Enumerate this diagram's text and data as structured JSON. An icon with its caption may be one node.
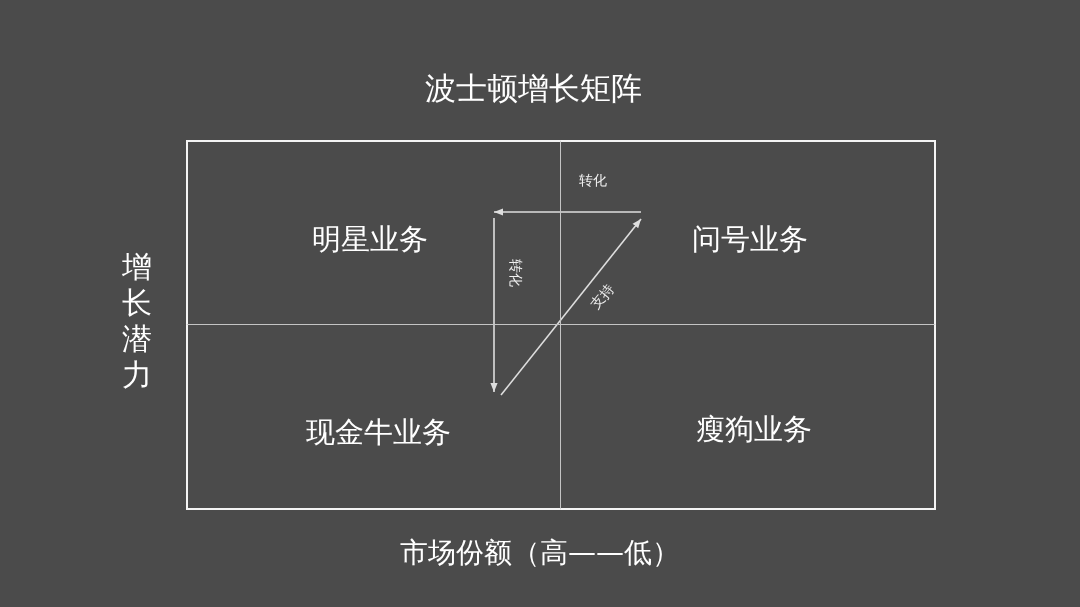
{
  "diagram": {
    "title": "波士顿增长矩阵",
    "nodes": [
      {
        "text": [
          "明星业务"
        ]
      },
      {
        "text": [
          "问号业务"
        ]
      },
      {
        "text": [
          "现金牛业务"
        ]
      },
      {
        "text": [
          "瘦狗业务"
        ]
      }
    ],
    "edges": [
      {
        "from": 1,
        "to": 0,
        "arrow": "to",
        "label": "转化"
      },
      {
        "from": 0,
        "to": 2,
        "arrow": "to",
        "label": "转化"
      },
      {
        "from": 2,
        "to": 1,
        "arrow": "to",
        "label": "支持"
      }
    ],
    "labels": [
      "增长潜力",
      "市场份额（高——低）"
    ]
  }
}
